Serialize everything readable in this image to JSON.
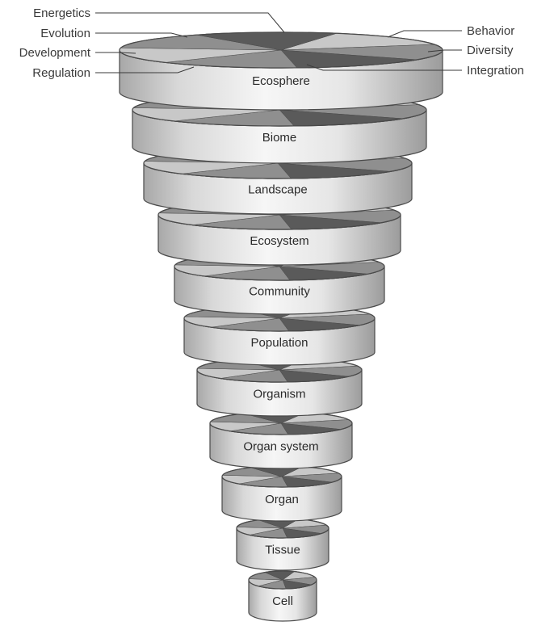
{
  "levels": [
    {
      "label": "Ecosphere"
    },
    {
      "label": "Biome"
    },
    {
      "label": "Landscape"
    },
    {
      "label": "Ecosystem"
    },
    {
      "label": "Community"
    },
    {
      "label": "Population"
    },
    {
      "label": "Organism"
    },
    {
      "label": "Organ  system"
    },
    {
      "label": "Organ"
    },
    {
      "label": "Tissue"
    },
    {
      "label": "Cell"
    }
  ],
  "left_labels": [
    {
      "label": "Energetics"
    },
    {
      "label": "Evolution"
    },
    {
      "label": "Development"
    },
    {
      "label": "Regulation"
    }
  ],
  "right_labels": [
    {
      "label": "Behavior"
    },
    {
      "label": "Diversity"
    },
    {
      "label": "Integration"
    }
  ],
  "colors": {
    "band_light": "#f4f4f4",
    "band_mid": "#cfcfcf",
    "band_dark": "#9a9a9a",
    "outline": "#4a4a4a",
    "wedge_light": "#c8c8c8",
    "wedge_mid": "#8f8f8f",
    "wedge_dark": "#5a5a5a"
  }
}
